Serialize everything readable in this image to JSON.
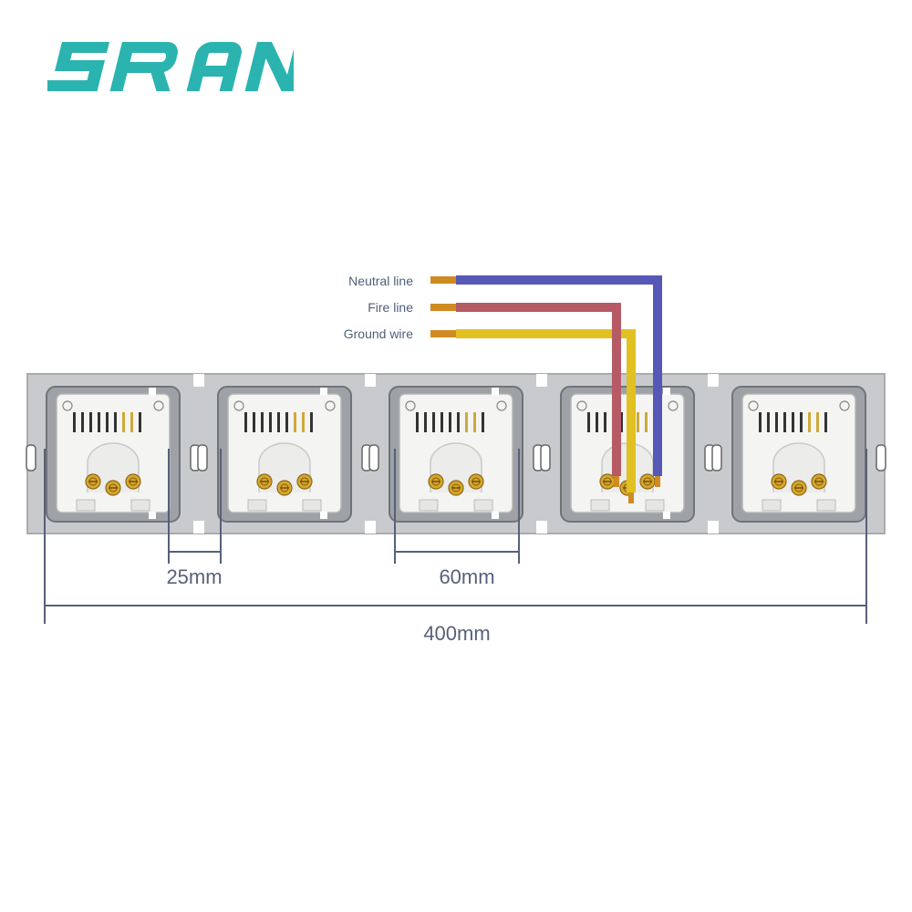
{
  "brand": {
    "name": "SRAN",
    "color": "#2bb3b0"
  },
  "wires": [
    {
      "label": "Neutral line",
      "color": "#5558b6"
    },
    {
      "label": "Fire line",
      "color": "#b65a66"
    },
    {
      "label": "Ground wire",
      "color": "#e1c021"
    }
  ],
  "panel": {
    "socket_count": 5,
    "frame_color": "#c3c5c8",
    "module_color": "#f4f4f2"
  },
  "dimensions": {
    "module_gap": "25mm",
    "module_width": "60mm",
    "total_length": "400mm",
    "line_color": "#56617a"
  }
}
